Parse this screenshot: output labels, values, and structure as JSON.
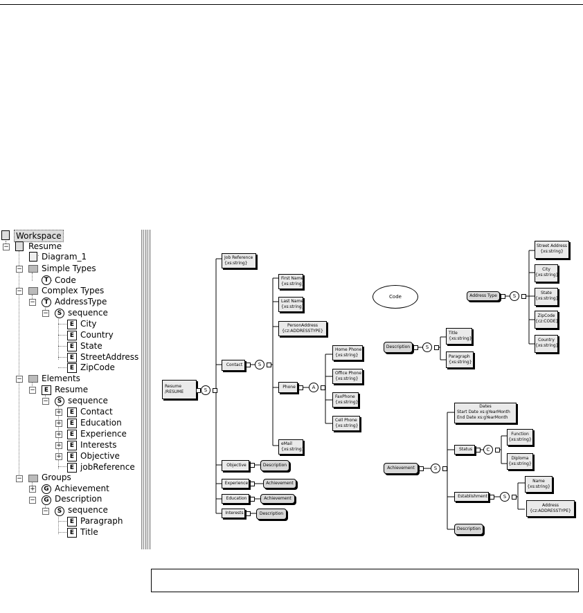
{
  "tree": {
    "workspace": "Workspace",
    "resume": "Resume",
    "diagram1": "Diagram_1",
    "simple_types": "Simple Types",
    "code": "Code",
    "complex_types": "Complex Types",
    "address_type": "AddressType",
    "sequence1": "sequence",
    "city": "City",
    "country": "Country",
    "state": "State",
    "street_address": "StreetAddress",
    "zip_code": "ZipCode",
    "elements": "Elements",
    "resume_el": "Resume",
    "sequence2": "sequence",
    "contact": "Contact",
    "education": "Education",
    "experience": "Experience",
    "interests": "Interests",
    "objective": "Objective",
    "job_reference": "jobReference",
    "groups": "Groups",
    "achievement": "Achievement",
    "description": "Description",
    "sequence3": "sequence",
    "paragraph": "Paragraph",
    "title": "Title"
  },
  "icons": {
    "element": "E",
    "sequence": "S",
    "type": "T",
    "group": "G",
    "all": "A",
    "choice": "C"
  },
  "diagram": {
    "resume": [
      "Resume",
      "/RESUME"
    ],
    "job_reference": [
      "Job Reference",
      "{xs:string}"
    ],
    "contact": "Contact",
    "first_name": [
      "First Name",
      "{xs:string}"
    ],
    "last_name": [
      "Last Name",
      "{xs:string}"
    ],
    "person_address": [
      "PersonAddress",
      "{cz:ADDRESSTYPE}"
    ],
    "phone": "Phone",
    "home_phone": [
      "Home Phone",
      "{xs:string}"
    ],
    "office_phone": [
      "Office Phone",
      "{xs:string}"
    ],
    "fax_phone": [
      "FaxPhone",
      "{xs:string}"
    ],
    "cell_phone": [
      "Cell Phone",
      "{xs:string}"
    ],
    "email": [
      "eMail",
      "{xs:string}"
    ],
    "objective": "Objective",
    "objective_desc": "Description",
    "experience": "Experience",
    "experience_ach": "Achievement",
    "education": "Education",
    "education_ach": "Achievement",
    "interests": "Interests",
    "interests_desc": "Description",
    "code": "Code",
    "description": "Description",
    "title": [
      "Title",
      "{xs:string}"
    ],
    "paragraph": [
      "Paragraph",
      "{xs:string}"
    ],
    "address_type": "Address Type",
    "street_address": [
      "Street Address",
      "{xs:string}"
    ],
    "city": [
      "City",
      "{xs:string}"
    ],
    "state": [
      "State",
      "{xs:string}"
    ],
    "zip_code": [
      "ZipCode",
      "{cz:CODE}"
    ],
    "country": [
      "Country",
      "{xs:string}"
    ],
    "achievement": "Achievement",
    "dates_title": "Dates",
    "dates_start": "Start Date   xs:gYearMonth",
    "dates_end": "End Date   xs:gYearMonth",
    "status": "Status",
    "function": [
      "Function",
      "{xs:string}"
    ],
    "diploma": [
      "Diploma",
      "{xs:string}"
    ],
    "establishment": "Establishment",
    "name": [
      "Name",
      "{xs:string}"
    ],
    "address": [
      "Address",
      "{cz:ADDRESSTYPE}"
    ],
    "ach_desc": "Description"
  }
}
